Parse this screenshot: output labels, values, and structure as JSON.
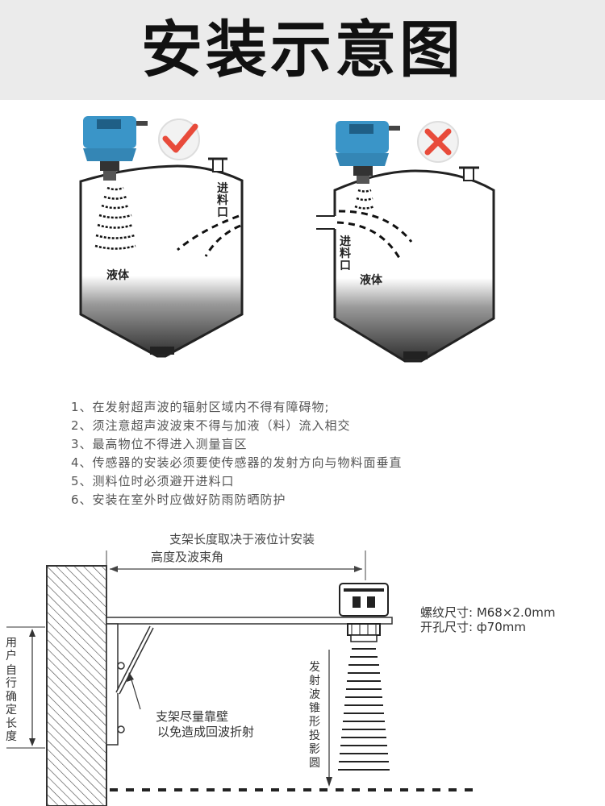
{
  "title": "安装示意图",
  "tanks": [
    {
      "status": "correct",
      "liquid_label": "液体",
      "inlet_label": [
        "进",
        "料",
        "口"
      ]
    },
    {
      "status": "incorrect",
      "liquid_label": "液体",
      "inlet_label": [
        "进",
        "料",
        "口"
      ]
    }
  ],
  "notes": [
    "1、在发射超声波的辐射区域内不得有障碍物;",
    "2、须注意超声波波束不得与加液（料）流入相交",
    "3、最高物位不得进入测量盲区",
    "4、传感器的安装必须要使传感器的发射方向与物料面垂直",
    "5、测料位时必须避开进料口",
    "6、安装在室外时应做好防雨防晒防护"
  ],
  "bracket": {
    "length_note_line1": "支架长度取决于液位计安装",
    "length_note_line2": "高度及波束角",
    "thread_size": "螺纹尺寸: M68×2.0mm",
    "hole_size": "开孔尺寸: ф70mm",
    "user_length": [
      "用",
      "户",
      "自",
      "行",
      "确",
      "定",
      "长",
      "度"
    ],
    "wall_note_line1": "支架尽量靠壁",
    "wall_note_line2": "以免造成回波折射",
    "cone_label": [
      "发",
      "射",
      "波",
      "锥",
      "形",
      "投",
      "影",
      "圆"
    ]
  },
  "colors": {
    "sensor": "#3a95c8",
    "check": "#e84b3b",
    "cross": "#e84b3b",
    "liquid_dark": "#3d3d3d"
  }
}
